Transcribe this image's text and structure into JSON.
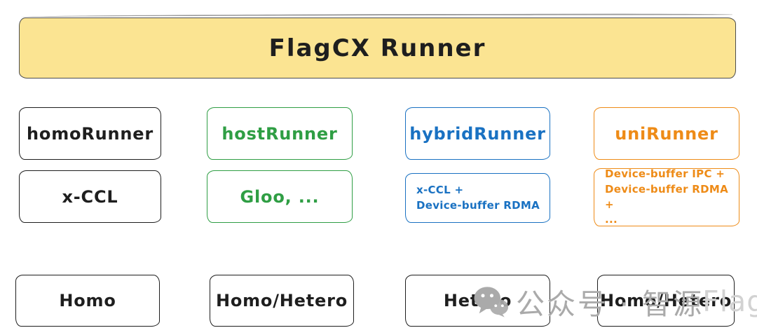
{
  "banner": {
    "title": "FlagCX Runner"
  },
  "colors": {
    "black": "#1e1e1e",
    "green": "#2f9e44",
    "blue": "#1971c2",
    "orange": "#ee8b17",
    "banner_bg": "#fbe492",
    "banner_border": "#4d4d4d",
    "watermark_gray": "#aaaaaa",
    "watermark_light": "#d2d2d2"
  },
  "columns": [
    {
      "runner": "homoRunner",
      "backend_lines": [
        "x-CCL"
      ],
      "mode": "Homo",
      "color": "#1e1e1e"
    },
    {
      "runner": "hostRunner",
      "backend_lines": [
        "Gloo, ..."
      ],
      "mode": "Homo/Hetero",
      "color": "#2f9e44"
    },
    {
      "runner": "hybridRunner",
      "backend_lines": [
        "x-CCL +",
        "Device-buffer RDMA"
      ],
      "mode": "Hetero",
      "color": "#1971c2"
    },
    {
      "runner": "uniRunner",
      "backend_lines": [
        "Device-buffer IPC +",
        "Device-buffer RDMA +",
        "..."
      ],
      "mode": "Homo/Hetero",
      "color": "#ee8b17"
    }
  ],
  "watermark": {
    "icon": "wechat-icon",
    "label": "公众号 · 智源",
    "brand": "FlagOpen"
  }
}
